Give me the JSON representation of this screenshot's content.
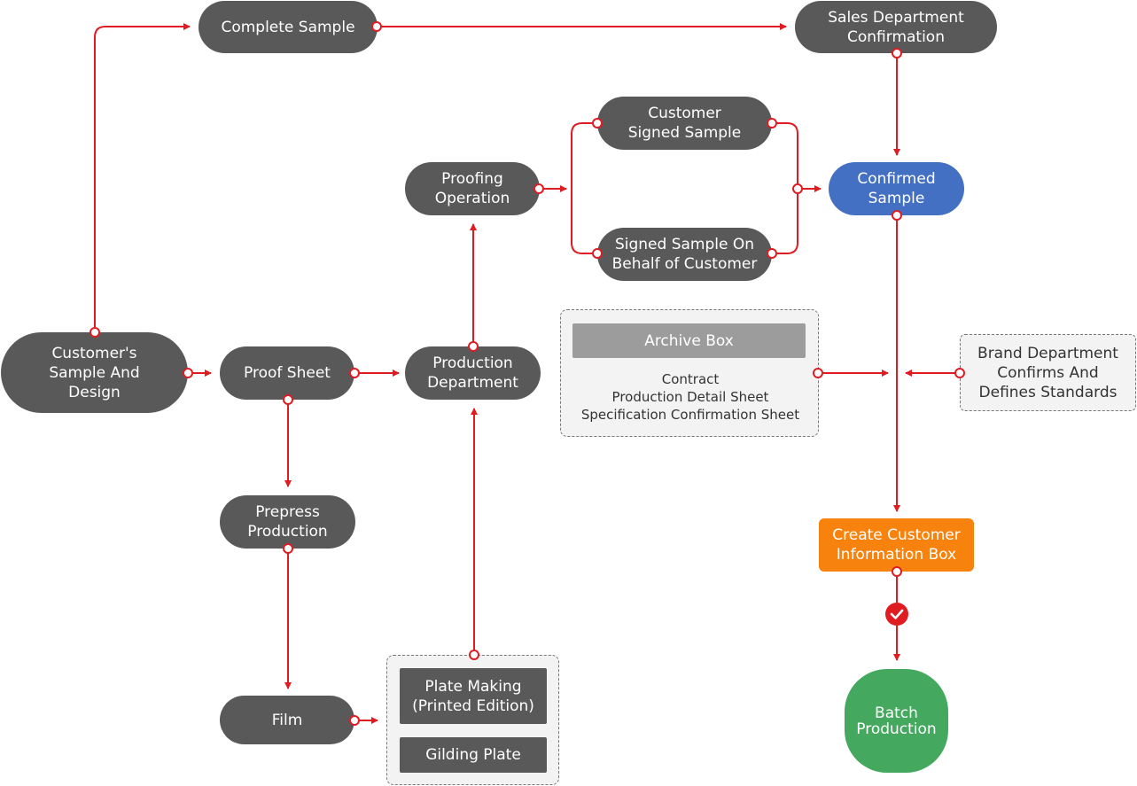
{
  "nodes": {
    "complete_sample": "Complete Sample",
    "sales_confirmation": "Sales Department\nConfirmation",
    "customer_signed_sample": "Customer\nSigned Sample",
    "proofing_operation": "Proofing\nOperation",
    "confirmed_sample": "Confirmed\nSample",
    "signed_on_behalf": "Signed Sample On\nBehalf of Customer",
    "customer_sample_design": "Customer's\nSample And\nDesign",
    "proof_sheet": "Proof Sheet",
    "production_department": "Production\nDepartment",
    "prepress_production": "Prepress\nProduction",
    "film": "Film",
    "plate_making": "Plate Making\n(Printed Edition)",
    "gilding_plate": "Gilding Plate",
    "create_customer_info_box": "Create Customer\nInformation Box",
    "batch_production": "Batch\nProduction",
    "brand_department": "Brand Department\nConfirms And\nDefines Standards"
  },
  "archive": {
    "title": "Archive Box",
    "documents": "Contract\nProduction Detail Sheet\nSpecification Confirmation Sheet"
  },
  "colors": {
    "node_dark": "#595959",
    "connector_red": "#e01c23",
    "confirmed_blue": "#4470c4",
    "info_box_orange": "#f7820d",
    "batch_green": "#44a95e"
  },
  "icons": {
    "approval": "check-circle-icon"
  }
}
